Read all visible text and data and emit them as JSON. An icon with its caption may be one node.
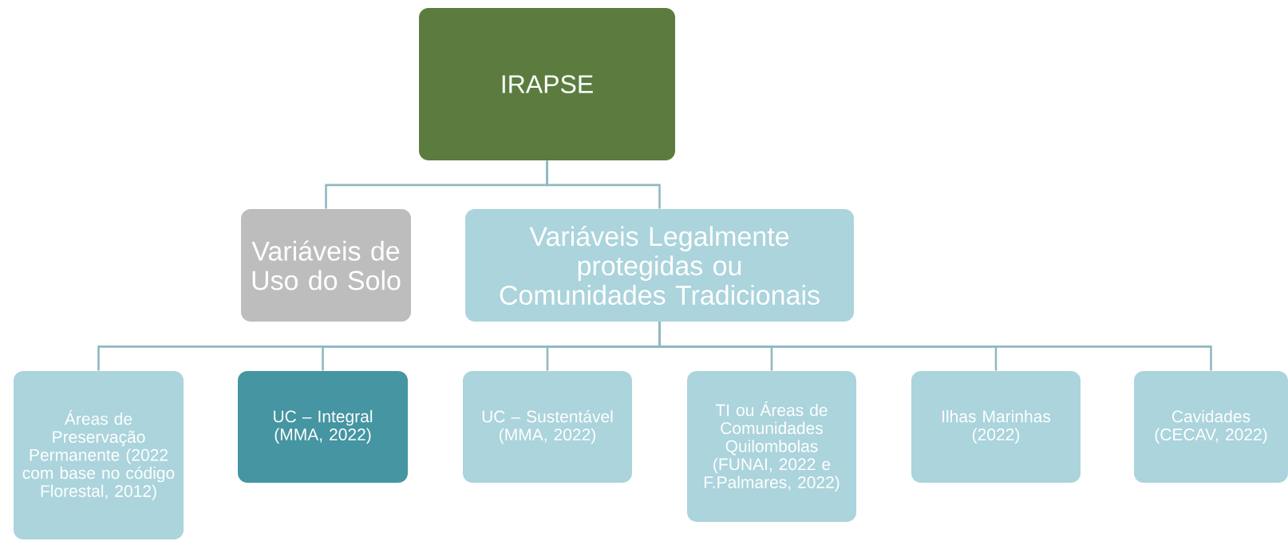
{
  "diagram": {
    "nodes": [
      {
        "text": [
          "IRAPSE"
        ]
      },
      {
        "text": [
          "Variáveis de Uso do Solo"
        ]
      },
      {
        "text": [
          "Variáveis Legalmente protegidas ou Comunidades Tradicionais"
        ]
      },
      {
        "text": [
          "Áreas de Preservação Permanente (2022 com base no código Florestal, 2012)"
        ]
      },
      {
        "text": [
          "UC – Integral (MMA, 2022)"
        ]
      },
      {
        "text": [
          "UC – Sustentável (MMA, 2022)"
        ]
      },
      {
        "text": [
          "TI ou Áreas de Comunidades Quilombolas (FUNAI, 2022 e F.Palmares, 2022)"
        ]
      },
      {
        "text": [
          "Ilhas Marinhas (2022)"
        ]
      },
      {
        "text": [
          "Cavidades (CECAV, 2022)"
        ]
      }
    ],
    "edges": [
      {
        "from": 0,
        "to": 1,
        "arrow": "none"
      },
      {
        "from": 0,
        "to": 2,
        "arrow": "none"
      },
      {
        "from": 2,
        "to": 3,
        "arrow": "none"
      },
      {
        "from": 2,
        "to": 4,
        "arrow": "none"
      },
      {
        "from": 2,
        "to": 5,
        "arrow": "none"
      },
      {
        "from": 2,
        "to": 6,
        "arrow": "none"
      },
      {
        "from": 2,
        "to": 7,
        "arrow": "none"
      },
      {
        "from": 2,
        "to": 8,
        "arrow": "none"
      }
    ]
  }
}
